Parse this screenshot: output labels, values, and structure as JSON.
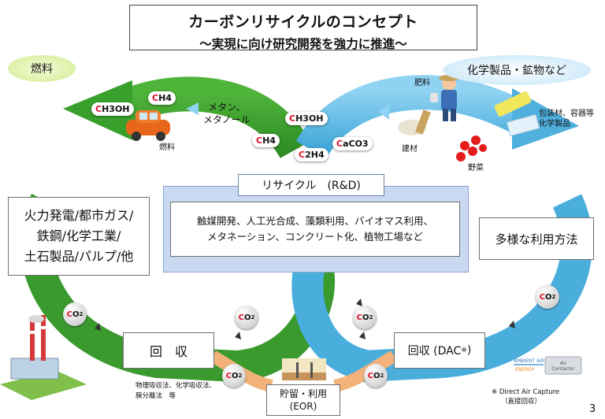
{
  "title": {
    "line1": "カーボンリサイクルのコンセプト",
    "line2": "～実現に向け研究開発を強力に推進～"
  },
  "ovals": {
    "fuel": "燃料",
    "chemicals": "化学製品・鉱物など"
  },
  "molecules": {
    "ch3oh_left": "H3OH",
    "ch4_top": "H4",
    "ch4_mid": "H4",
    "ch3oh_right": "H3OH",
    "c2h4": "2H4",
    "caco3": "aCO3",
    "c_letter": "C",
    "ca_letter": "C"
  },
  "labels": {
    "methane": "メタン、\nメタノール",
    "fuel_small": "燃料",
    "fertilizer": "肥料",
    "building": "建材",
    "vegetables": "野菜",
    "packaging": "包装材、容器等\n化学製品"
  },
  "recycle": {
    "header": "リサイクル　(R&D)",
    "body_line1": "触媒開発、人工光合成、藻類利用、バイオマス利用、",
    "body_line2": "メタネーション、コンクリート化、植物工場など"
  },
  "sources": {
    "line1": "火力発電/都市ガス/",
    "line2": "鉄鋼/化学工業/",
    "line3": "土石製品/パルプ/他"
  },
  "uses": "多様な利用方法",
  "capture_left": "回　収",
  "capture_right": "回収 (DAC",
  "dac_mark": "※",
  "capture_note": "物理吸収法、化学吸収法、\n膜分離法　等",
  "storage": {
    "line1": "貯留・利用",
    "line2": "(EOR)"
  },
  "dac_note": {
    "line1": "※ Direct Air Capture",
    "line2": "（直接回収）"
  },
  "co2": {
    "o": "O",
    "sub": "2"
  },
  "page_number": "3",
  "colors": {
    "green": "#3aa02c",
    "blue": "#55b4e0",
    "orange": "#f2b27a",
    "recycle_panel": "#c9d9f1"
  }
}
